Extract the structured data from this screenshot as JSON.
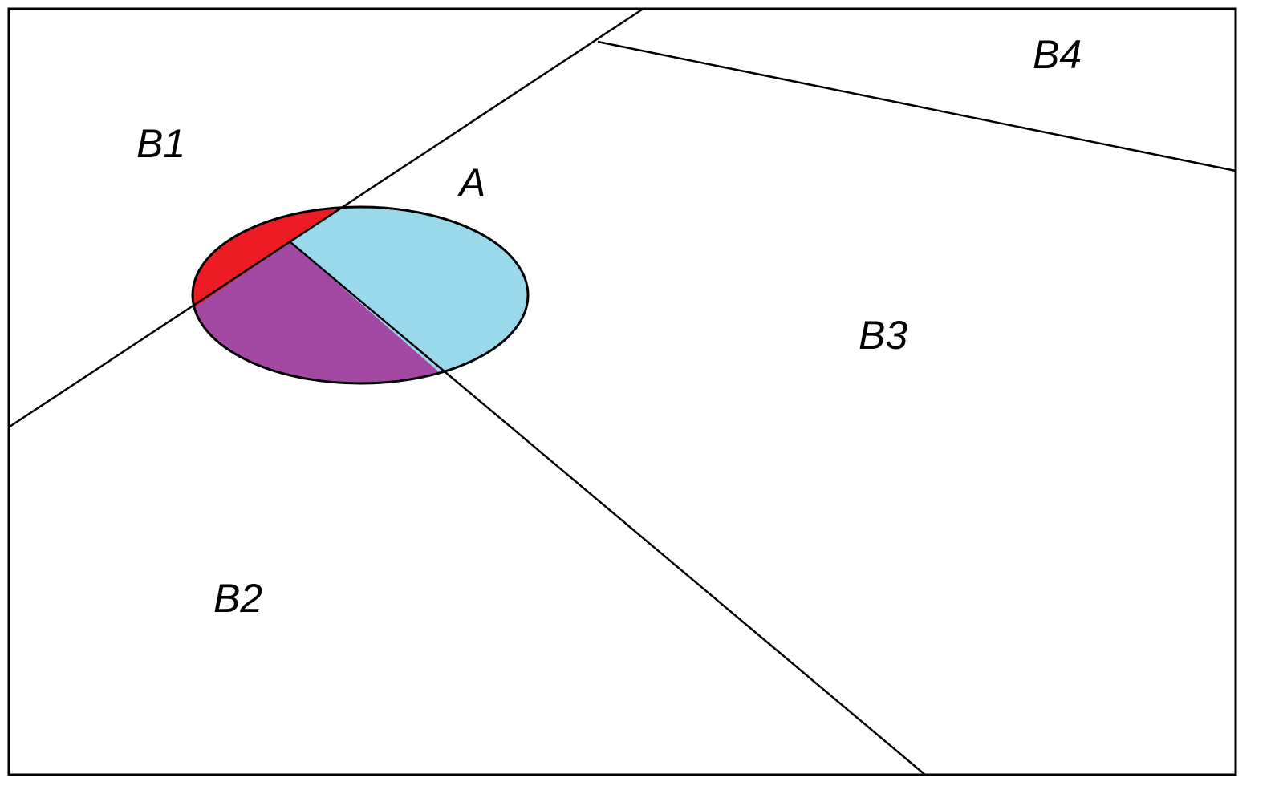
{
  "labels": {
    "b1": "B1",
    "b2": "B2",
    "b3": "B3",
    "b4": "B4",
    "a": "A"
  },
  "colors": {
    "intersection_b1": "#ED1C24",
    "intersection_b2": "#A349A4",
    "intersection_b3": "#99D9EA",
    "lines": "#000000",
    "background": "#FFFFFF"
  }
}
